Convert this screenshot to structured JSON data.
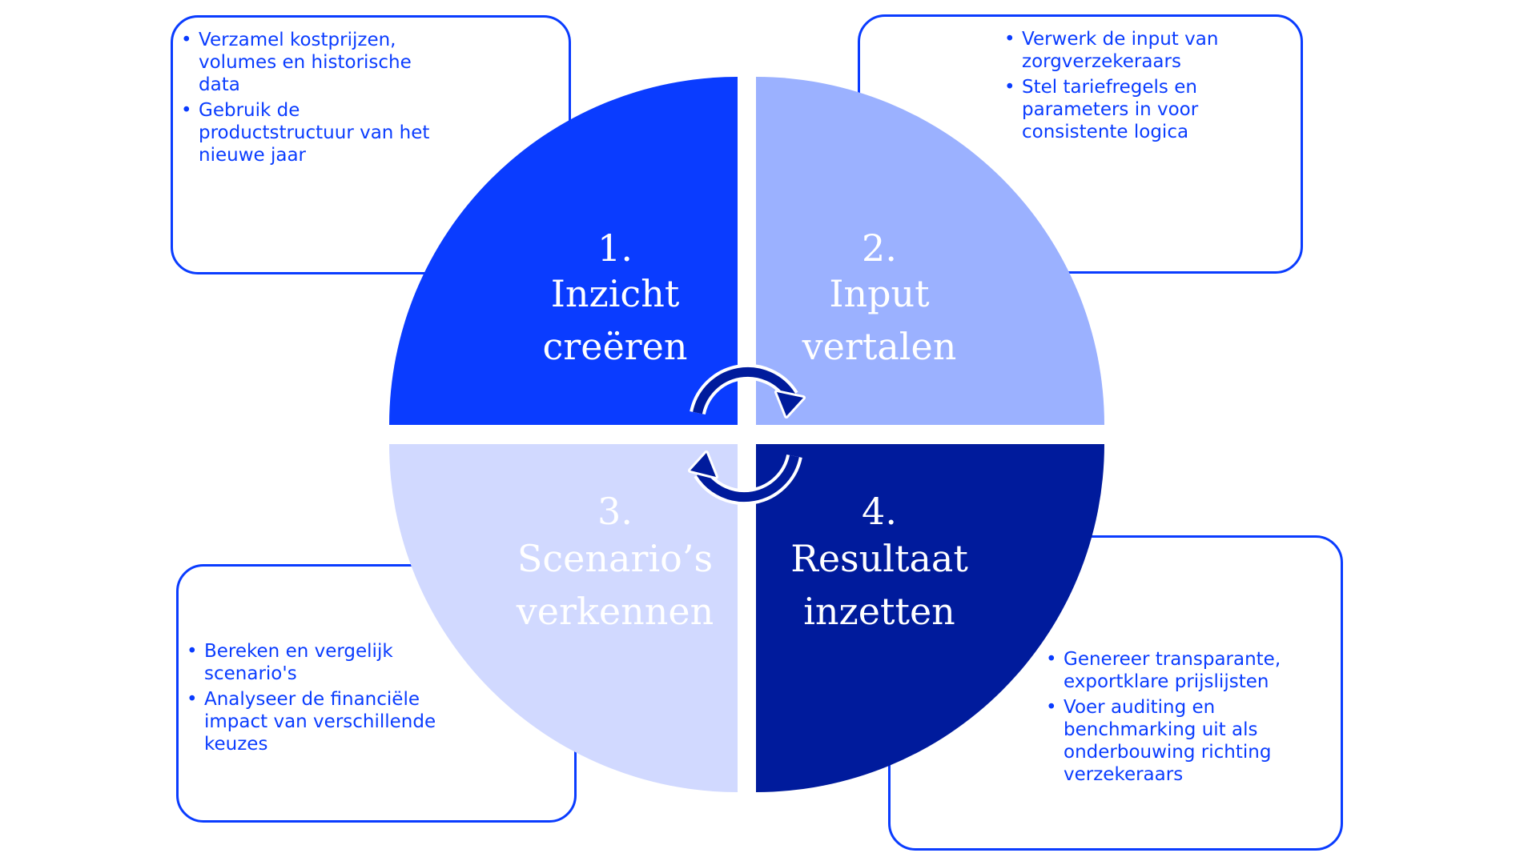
{
  "colors": {
    "outline": "#0a3cff",
    "q1": "#0a3cff",
    "q2": "#9bb1ff",
    "q3": "#d1d9ff",
    "q4": "#001b9c",
    "arrow": "#001b9c"
  },
  "quadrants": [
    {
      "number": "1.",
      "line1": "Inzicht",
      "line2": "creëren"
    },
    {
      "number": "2.",
      "line1": "Input",
      "line2": "vertalen"
    },
    {
      "number": "3.",
      "line1": "Scenario’s",
      "line2": "verkennen"
    },
    {
      "number": "4.",
      "line1": "Resultaat",
      "line2": "inzetten"
    }
  ],
  "boxes": [
    {
      "bullets": [
        "Verzamel kostprijzen, volumes en historische data",
        "Gebruik de productstructuur van het nieuwe jaar"
      ]
    },
    {
      "bullets": [
        "Verwerk de input van zorgverzekeraars",
        "Stel tariefregels en parameters in voor consistente logica"
      ]
    },
    {
      "bullets": [
        "Bereken en vergelijk scenario's",
        "Analyseer de financiële impact van verschillende keuzes"
      ]
    },
    {
      "bullets": [
        "Genereer transparante, exportklare prijslijsten",
        "Voer auditing en benchmarking uit als onderbouwing richting verzekeraars"
      ]
    }
  ],
  "icons": {
    "cycle": "cycle-arrows-icon"
  }
}
